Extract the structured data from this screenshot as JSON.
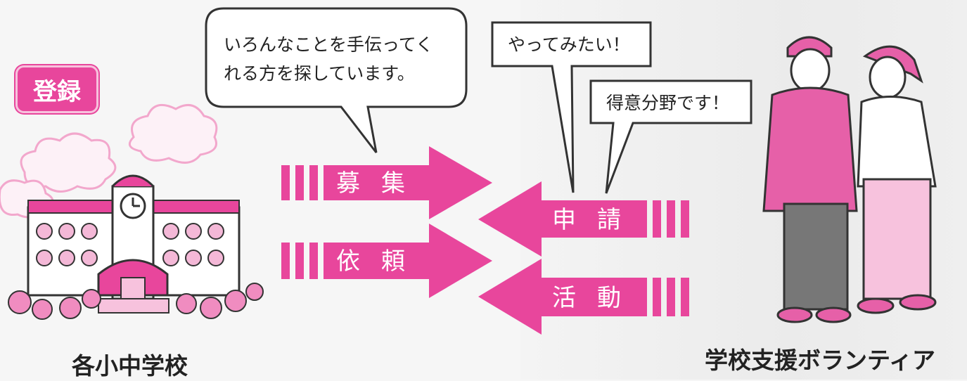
{
  "register_badge": "登録",
  "school": {
    "caption": "各小中学校"
  },
  "volunteer": {
    "caption": "学校支援ボランティア"
  },
  "bubbles": {
    "school_line1": "いろんなことを手伝ってく",
    "school_line2": "れる方を探しています。",
    "volunteer_want": "やってみたい！",
    "volunteer_specialty": "得意分野です！"
  },
  "arrows": {
    "recruit": "募集",
    "request": "依頼",
    "apply": "申請",
    "activity": "活動"
  },
  "colors": {
    "accent": "#e8469c",
    "light_pink": "#f7c2dd",
    "jacket": "#e660a8",
    "pants": "#777777"
  }
}
